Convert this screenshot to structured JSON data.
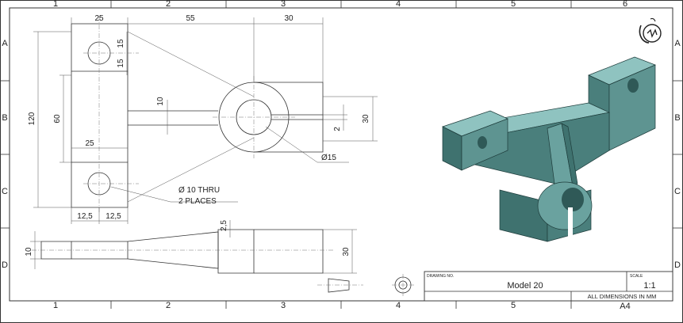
{
  "grid": {
    "columns": [
      "1",
      "2",
      "3",
      "4",
      "5",
      "6"
    ],
    "rows": [
      "A",
      "B",
      "C",
      "D"
    ]
  },
  "top_view": {
    "dims": {
      "d25_top": "25",
      "d55": "55",
      "d30_top": "30",
      "d15_a": "15",
      "d15_b": "15",
      "d120": "120",
      "d60": "60",
      "d25_mid": "25",
      "d10": "10",
      "d2": "2",
      "d30_right": "30",
      "d12_5_a": "12,5",
      "d12_5_b": "12,5"
    },
    "callout_dia15": "Ø15",
    "callout_holes_line1": "Ø 10 THRU",
    "callout_holes_line2": "2 PLACES"
  },
  "front_view": {
    "dims": {
      "d10": "10",
      "d2_5": "2,5",
      "d30": "30"
    }
  },
  "title_block": {
    "drawing_no_label": "DRAWING NO.",
    "drawing_no": "Model 20",
    "scale_label": "SCALE",
    "scale": "1:1",
    "note": "ALL DIMENSIONS IN MM",
    "sheet_size": "A4"
  },
  "colors": {
    "model_top": "#8fc3c0",
    "model_side": "#4a7f7c",
    "model_dark": "#2f5957"
  }
}
